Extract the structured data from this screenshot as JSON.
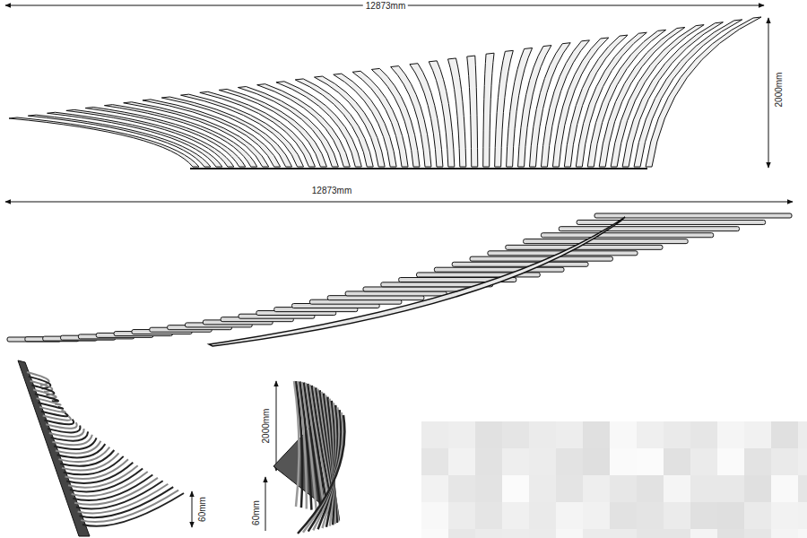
{
  "diagram": {
    "labels": [
      "12873mm",
      "2000mm",
      "12873mm",
      "2000mm",
      "60mm",
      "60mm"
    ]
  }
}
